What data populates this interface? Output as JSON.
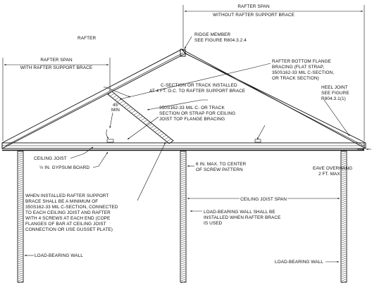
{
  "labels": {
    "span_without_brace_1": "RAFTER SPAN",
    "span_without_brace_2": "WITHOUT RAFTER SUPPORT BRACE",
    "rafter": "RAFTER",
    "ridge_1": "RIDGE MEMBER",
    "ridge_2": "SEE FIGURE R804.3.2.4",
    "span_with_brace_1": "RAFTER SPAN",
    "span_with_brace_2": "WITH RAFTER SUPPORT BRACE",
    "bottom_flange_1": "RAFTER BOTTOM FLANGE",
    "bottom_flange_2": "BRACING (FLAT STRAP,",
    "bottom_flange_3": "350S162-33 MIL C-SECTION,",
    "bottom_flange_4": "OR TRACK SECTION)",
    "csection_1": "C-SECTION OR TRACK INSTALLED",
    "csection_2": "AT 4 FT. O.C. TO RAFTER SUPPORT BRACE",
    "heel_1": "HEEL JOINT",
    "heel_2": "SEE FIGURE",
    "heel_3": "R804.3.1(1)",
    "angle_1": "45°",
    "angle_2": "MIN",
    "strap_1": "350S162-33 MIL C- OR TRACK",
    "strap_2": "SECTION OR STRAP FOR CEILING",
    "strap_3": "JOIST TOP FLANGE BRACING",
    "ceiling_joist": "CEILING JOIST",
    "gypsum": "½ IN. GYPSUM BOARD",
    "screw_1": "6 IN. MAX. TO CENTER",
    "screw_2": "OF SCREW PATTERN",
    "eave_1": "EAVE OVERHANG",
    "eave_2": "2 FT. MAX.",
    "joist_span": "CEILING JOIST SPAN",
    "brace_note_1": "WHEN INSTALLED RAFTER SUPPORT",
    "brace_note_2": "BRACE SHALL BE A MINIMUM OF",
    "brace_note_3": "350S162-33 MIL C-SECTION, CONNECTED",
    "brace_note_4": "TO EACH CEILING JOIST AND RAFTER",
    "brace_note_5": "WITH 4 SCREWS AT EACH END (COPE",
    "brace_note_6": "FLANGES OF BAR AT CEILING JOIST",
    "brace_note_7": "CONNECTION OR USE GUSSET PLATE)",
    "lbw_note_1": "LOAD-BEARING WALL SHALL BE",
    "lbw_note_2": "INSTALLED WHEN RAFTER BRACE",
    "lbw_note_3": "IS USED",
    "lbw_left": "LOAD-BEARING WALL",
    "lbw_right": "LOAD-BEARING WALL"
  }
}
